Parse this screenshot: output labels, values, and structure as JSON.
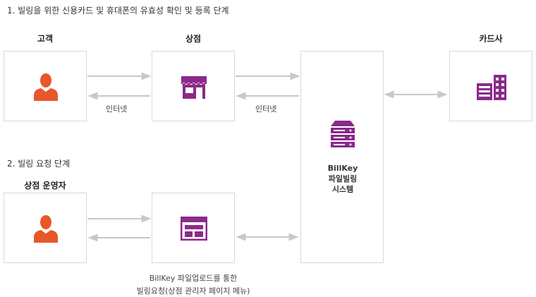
{
  "section1": {
    "title": "1. 빌링을 위한 신용카드 및 휴대폰의 유효성 확인 및 등록 단계"
  },
  "section2": {
    "title": "2. 빌링 요청 단계"
  },
  "nodes": {
    "customer": {
      "title": "고객",
      "icon": "person-icon",
      "icon_color": "#e8572a"
    },
    "store": {
      "title": "상점",
      "icon": "storefront-icon",
      "icon_color": "#8b2a8b"
    },
    "card_company": {
      "title": "카드사",
      "icon": "building-icon",
      "icon_color": "#8b2a8b"
    },
    "billkey": {
      "label_lines": [
        "BillKey",
        "파일빌링",
        "시스템"
      ],
      "icon": "server-icon",
      "icon_color": "#8b2a8b"
    },
    "store_operator": {
      "title": "상점 운영자",
      "icon": "person-icon",
      "icon_color": "#e8572a"
    },
    "admin_page": {
      "icon": "browser-window-icon",
      "icon_color": "#8b2a8b"
    }
  },
  "labels": {
    "internet1": "인터넷",
    "internet2": "인터넷",
    "upload_line1": "BillKey 파일업로드를 통한",
    "upload_line2": "빌링요청(상점 관리자 페이지 메뉴)"
  },
  "colors": {
    "arrow": "#c8c8c8",
    "border": "#d8d8d8",
    "orange": "#e8572a",
    "purple": "#8b2a8b"
  }
}
